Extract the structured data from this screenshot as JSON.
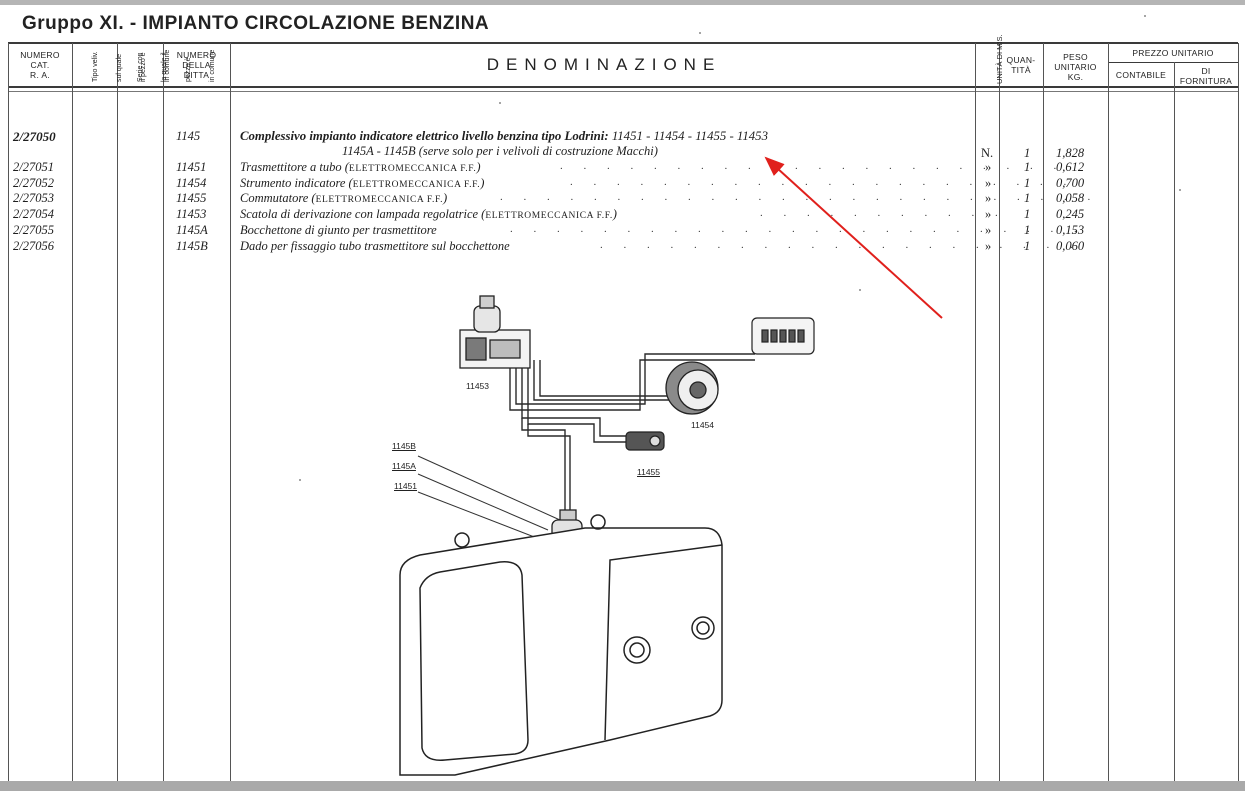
{
  "title": "Gruppo XI. - IMPIANTO CIRCOLAZIONE BENZINA",
  "headers": {
    "numero_cat": [
      "NUMERO",
      "CAT.",
      "R. A."
    ],
    "tipo_velivolo": [
      "Tipo veliv.",
      "sul quale",
      "il pezzo è",
      "in comune"
    ],
    "serie": [
      "Serie con",
      "la quale il",
      "pezzo è",
      "in comune"
    ],
    "numero_ditta": [
      "NUMERO",
      "DELLA",
      "DITTA"
    ],
    "denominazione": "DENOMINAZIONE",
    "unita": "UNITÀ DI MIS.",
    "quantita": [
      "QUAN-",
      "TITÀ"
    ],
    "peso": [
      "PESO",
      "UNITARIO",
      "KG."
    ],
    "prezzo": "PREZZO UNITARIO",
    "contabile": "CONTABILE",
    "fornitura": [
      "DI",
      "FORNITURA"
    ]
  },
  "rows": [
    {
      "cat": "2/27050",
      "ditta": "1145",
      "desc": "Complessivo impianto indicatore elettrico livello benzina tipo Lodrini:",
      "nums": "11451 - 11454 - 11455 - 11453",
      "desc2": "1145A - 1145B (serve solo per i velivoli di costruzione Macchi)",
      "unit": "N.",
      "qty": "1",
      "peso": "1,828"
    },
    {
      "cat": "2/27051",
      "ditta": "11451",
      "desc": "Trasmettitore a tubo (",
      "maker": "ELETTROMECCANICA F.F.",
      "close": ")",
      "unit": "»",
      "qty": "1",
      "peso": "0,612"
    },
    {
      "cat": "2/27052",
      "ditta": "11454",
      "desc": "Strumento indicatore (",
      "maker": "ELETTROMECCANICA F.F.",
      "close": ")",
      "unit": "»",
      "qty": "1",
      "peso": "0,700"
    },
    {
      "cat": "2/27053",
      "ditta": "11455",
      "desc": "Commutatore (",
      "maker": "ELETTROMECCANICA F.F.",
      "close": ")",
      "unit": "»",
      "qty": "1",
      "peso": "0,058"
    },
    {
      "cat": "2/27054",
      "ditta": "11453",
      "desc": "Scatola di derivazione con lampada regolatrice (",
      "maker": "ELETTROMECCANICA F.F.",
      "close": ")",
      "unit": "»",
      "qty": "1",
      "peso": "0,245"
    },
    {
      "cat": "2/27055",
      "ditta": "1145A",
      "desc": "Bocchettone di giunto per trasmettitore",
      "unit": "»",
      "qty": "1",
      "peso": "0,153"
    },
    {
      "cat": "2/27056",
      "ditta": "1145B",
      "desc": "Dado per fissaggio tubo trasmettitore sul bocchettone",
      "unit": "»",
      "qty": "1",
      "peso": "0,060"
    }
  ],
  "diagram_labels": {
    "box": "11453",
    "gauge": "11454",
    "switch": "11455",
    "l1": "1145B",
    "l2": "1145A",
    "l3": "11451"
  },
  "colors": {
    "arrow": "#e0201c",
    "paper": "#ffffff",
    "ink": "#1a1a1a"
  }
}
